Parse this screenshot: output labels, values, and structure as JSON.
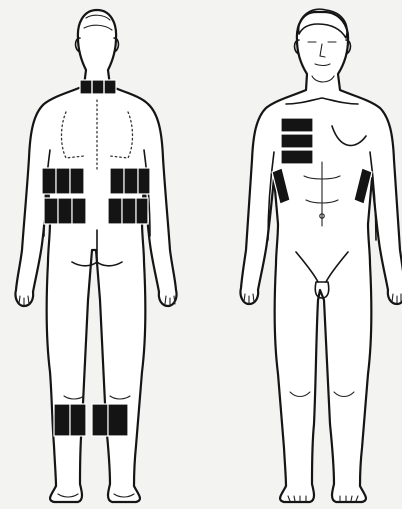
{
  "background_text": [],
  "figures": [
    {
      "view": "back",
      "pads": [
        "neck",
        "lower-back-upper-row",
        "lower-back-lower-row",
        "left-calf",
        "right-calf"
      ]
    },
    {
      "view": "front",
      "pads": [
        "chest",
        "right-flank",
        "left-flank"
      ]
    }
  ]
}
